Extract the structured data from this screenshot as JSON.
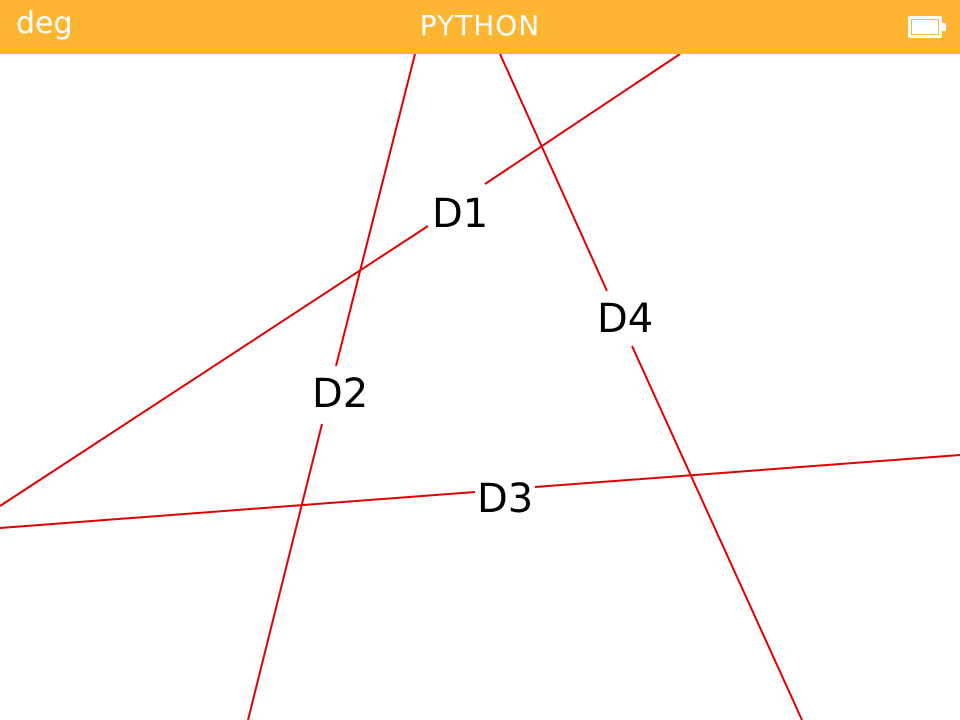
{
  "status_bar": {
    "angle_mode": "deg",
    "title": "PYTHON",
    "background_color": "#fdb532",
    "battery_icon": "battery-full-icon"
  },
  "canvas": {
    "line_color": "#e00000",
    "label_color": "#000000",
    "lines": [
      {
        "label": "D1"
      },
      {
        "label": "D2"
      },
      {
        "label": "D3"
      },
      {
        "label": "D4"
      }
    ]
  }
}
